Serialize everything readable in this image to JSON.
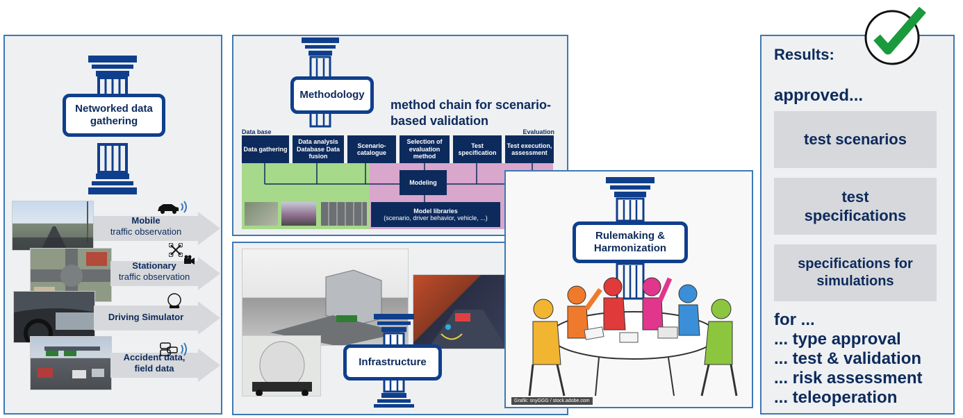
{
  "panel_gathering": {
    "pillar_label": "Networked data gathering",
    "sources": [
      {
        "bold": "Mobile",
        "normal": "traffic observation"
      },
      {
        "bold": "Stationary",
        "normal": "traffic observation"
      },
      {
        "bold": "Driving Simulator",
        "normal": ""
      },
      {
        "bold": "Accident data,",
        "normal": "field data"
      }
    ]
  },
  "panel_methodology": {
    "pillar_label": "Methodology",
    "title": "method chain for scenario-based validation",
    "data_base_label": "Data base",
    "evaluation_label": "Evaluation",
    "steps": [
      "Data gathering",
      "Data analysis Database Data fusion",
      "Scenario-catalogue",
      "Selection of evaluation method",
      "Test specification",
      "Test execution, assessment"
    ],
    "modeling_label": "Modeling",
    "libraries_title": "Model libraries",
    "libraries_sub": "(scenario, driver behavior, vehicle, ...)"
  },
  "panel_infrastructure": {
    "pillar_label": "Infrastructure"
  },
  "panel_rulemaking": {
    "pillar_label": "Rulemaking & Harmonization",
    "credit": "Grafik: snyGGG / stock.adobe.com"
  },
  "panel_results": {
    "heading": "Results:",
    "approved": "approved...",
    "items": [
      "test scenarios",
      "test specifications",
      "specifications for simulations"
    ],
    "for_label": "for ...",
    "uses": [
      "... type approval",
      "... test & validation",
      "... risk assessment",
      "... teleoperation"
    ]
  },
  "colors": {
    "navy": "#0d2a5c",
    "pillar_blue": "#0f3f8c",
    "panel_border": "#3c78b4",
    "check_green": "#1a9a3c",
    "chain_green": "#a6d98a",
    "chain_pink": "#d9a6cc"
  }
}
